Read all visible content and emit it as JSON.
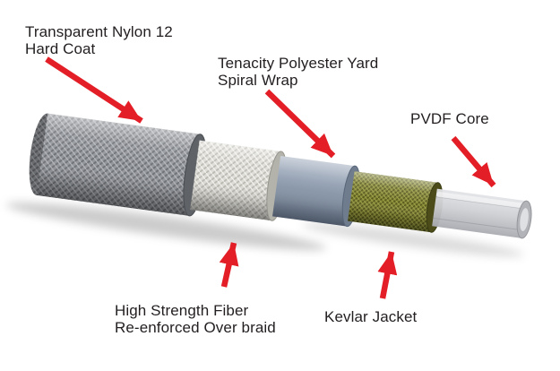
{
  "labels": {
    "nylon": {
      "line1": "Transparent Nylon 12",
      "line2": "Hard Coat"
    },
    "polyester": {
      "line1": "Tenacity Polyester Yard",
      "line2": "Spiral Wrap"
    },
    "pvdf": {
      "line1": "PVDF Core"
    },
    "fiber": {
      "line1": "High Strength Fiber",
      "line2": "Re-enforced Over braid"
    },
    "kevlar": {
      "line1": "Kevlar Jacket"
    }
  },
  "colors": {
    "arrow": "#e31e26",
    "text": "#231f20",
    "background": "#ffffff",
    "hard_coat": "#94979c",
    "overbraid": "#dddcd6",
    "spiral_wrap": "#8e9bad",
    "kevlar_jacket": "#7e8031",
    "pvdf_core": "#cfd0d4"
  }
}
